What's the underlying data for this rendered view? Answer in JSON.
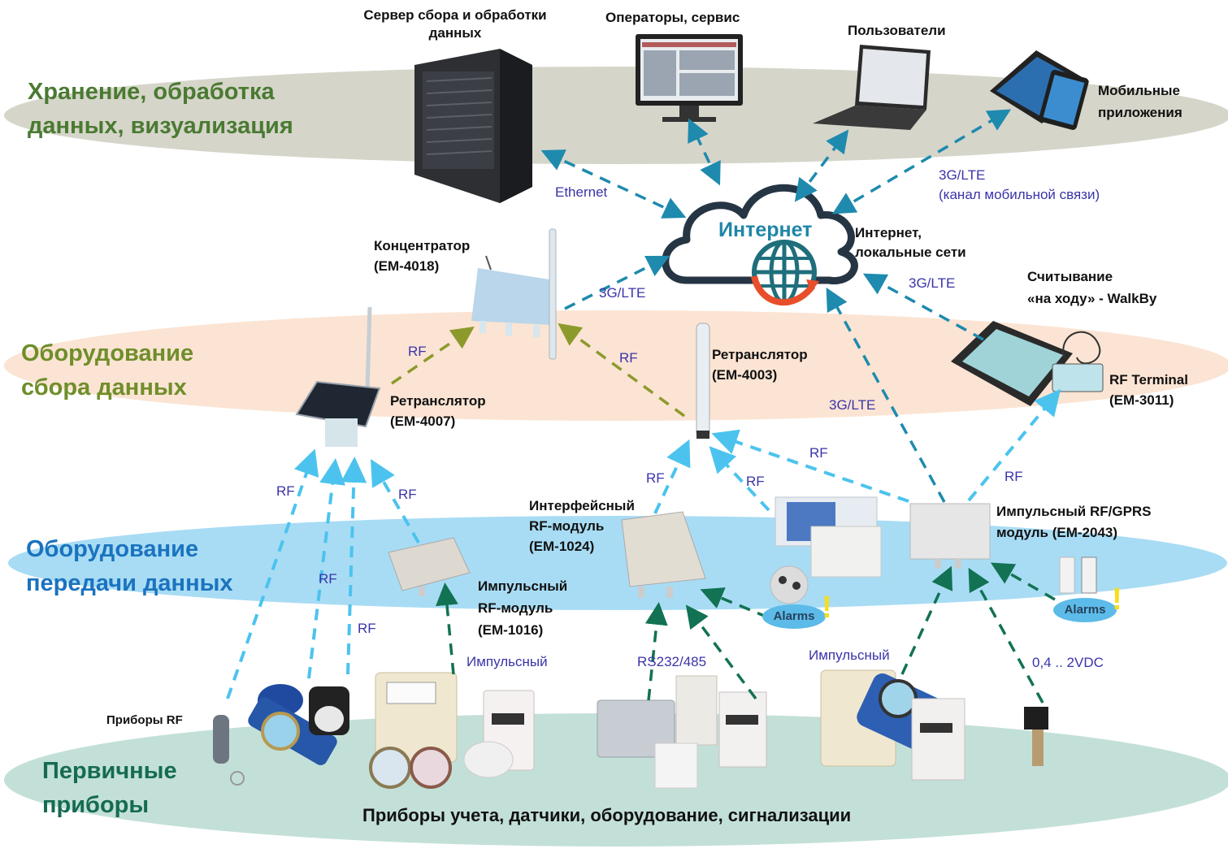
{
  "layers": {
    "storage": {
      "line1": "Хранение, обработка",
      "line2": "данных, визуализация",
      "color": "#4a7a32",
      "band_color": "#d6d5ca"
    },
    "collection": {
      "line1": "Оборудование",
      "line2": "сбора данных",
      "color": "#6f8e2a",
      "band_color": "#fbe4d3"
    },
    "transmission": {
      "line1": "Оборудование",
      "line2": "передачи данных",
      "color": "#1a73bf",
      "band_color": "#a8dcf4"
    },
    "primary": {
      "line1": "Первичные",
      "line2": "приборы",
      "color": "#156b52",
      "band_color": "#c3e0d8"
    }
  },
  "nodes": {
    "server": {
      "line1": "Сервер сбора и обработки",
      "line2": "данных"
    },
    "operators": {
      "label": "Операторы, сервис"
    },
    "users": {
      "label": "Пользователи"
    },
    "mobile": {
      "line1": "Мобильные",
      "line2": "приложения"
    },
    "internet": {
      "cloud_title": "Интернет",
      "line1": "Интернет,",
      "line2": "локальные сети"
    },
    "concentrator": {
      "line1": "Концентратор",
      "line2": "(EM-4018)"
    },
    "repeater_4007": {
      "line1": "Ретранслятор",
      "line2": "(EM-4007)"
    },
    "repeater_4003": {
      "line1": "Ретранслятор",
      "line2": "(EM-4003)"
    },
    "walkby": {
      "line1": "Считывание",
      "line2": "«на ходу» - WalkBy"
    },
    "rf_terminal": {
      "line1": "RF Terminal",
      "line2": "(EM-3011)"
    },
    "interface_module": {
      "line1": "Интерфейсный",
      "line2": "RF-модуль",
      "line3": "(EM-1024)"
    },
    "pulse_module": {
      "line1": "Импульсный",
      "line2": "RF-модуль",
      "line3": "(EM-1016)"
    },
    "gprs_module": {
      "line1": "Импульсный RF/GPRS",
      "line2": "модуль (EM-2043)"
    },
    "rf_devices": {
      "label": "Приборы RF"
    },
    "alarms_left": {
      "label": "Alarms",
      "mark": "!"
    },
    "alarms_right": {
      "label": "Alarms",
      "mark": "!"
    },
    "primary_caption": {
      "label": "Приборы учета, датчики, оборудование, сигнализации"
    }
  },
  "connections": {
    "ethernet": "Ethernet",
    "mobile_3g": {
      "line1": "3G/LTE",
      "line2": "(канал мобильной связи)"
    },
    "concentrator_3g": "3G/LTE",
    "walkby_3g": "3G/LTE",
    "gprs_3g": "3G/LTE",
    "rf_4007_to_conc": "RF",
    "rf_4003_to_conc": "RF",
    "rf_a": "RF",
    "rf_b": "RF",
    "rf_c": "RF",
    "rf_pulse_to_4007": "RF",
    "rf_iface_to_4003": "RF",
    "rf_panel_to_4003": "RF",
    "rf_gprs_to_4003": "RF",
    "rf_gprs_to_terminal": "RF",
    "pulse_1016": "Импульсный",
    "rs232": "RS232/485",
    "pulse_2043": "Импульсный",
    "vdc": "0,4 .. 2VDC"
  },
  "colors": {
    "internet_link": "#1e8aae",
    "rf_link": "#4cc3ee",
    "collection_link": "#8c9a2c",
    "wired_link": "#127253",
    "connection_label": "#3a34a8"
  }
}
